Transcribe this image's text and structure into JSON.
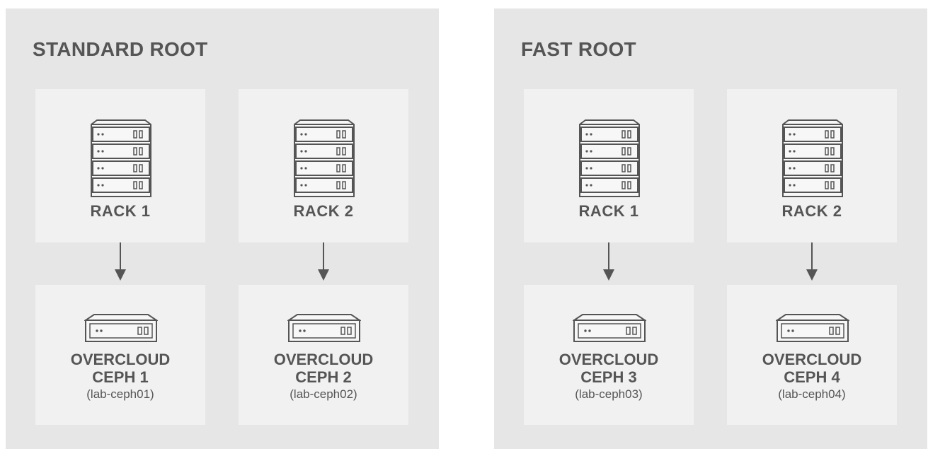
{
  "roots": [
    {
      "title": "STANDARD ROOT",
      "racks": [
        "RACK 1",
        "RACK 2"
      ],
      "nodes": [
        {
          "line1": "OVERCLOUD",
          "line2": "CEPH 1",
          "host": "(lab-ceph01)"
        },
        {
          "line1": "OVERCLOUD",
          "line2": "CEPH 2",
          "host": "(lab-ceph02)"
        }
      ]
    },
    {
      "title": "FAST ROOT",
      "racks": [
        "RACK 1",
        "RACK 2"
      ],
      "nodes": [
        {
          "line1": "OVERCLOUD",
          "line2": "CEPH 3",
          "host": "(lab-ceph03)"
        },
        {
          "line1": "OVERCLOUD",
          "line2": "CEPH 4",
          "host": "(lab-ceph04)"
        }
      ]
    }
  ],
  "icons": {
    "rack": "server-rack-icon",
    "node": "server-node-icon",
    "arrow": "arrow-down-icon"
  },
  "colors": {
    "panel": "#e6e6e6",
    "box": "#f1f1f1",
    "text": "#555555",
    "icon": "#555555"
  }
}
